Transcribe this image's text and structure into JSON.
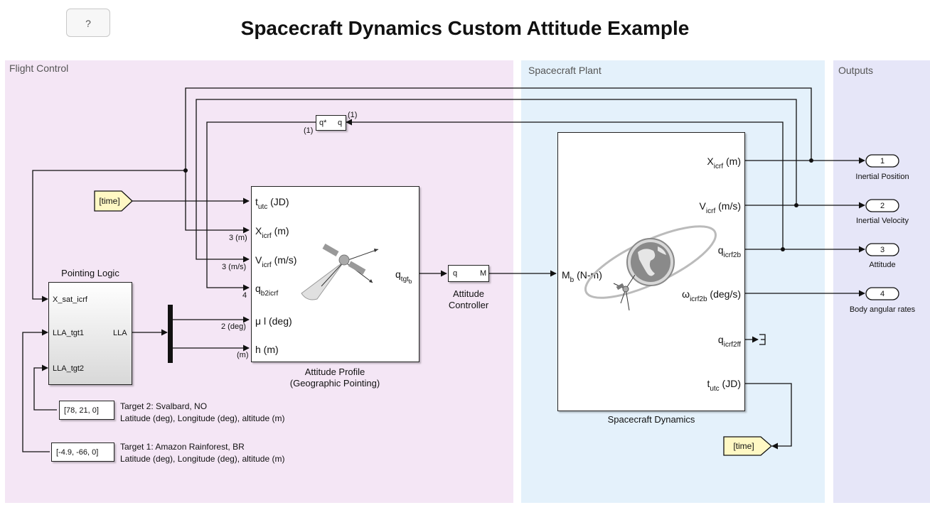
{
  "title": "Spacecraft Dynamics Custom Attitude Example",
  "help_label": "?",
  "areas": {
    "flight_control": "Flight Control",
    "spacecraft_plant": "Spacecraft Plant",
    "outputs": "Outputs"
  },
  "colors": {
    "flight_control_bg": "#f4e6f5",
    "spacecraft_plant_bg": "#e4f1fb",
    "outputs_bg": "#e6e6f8",
    "goto_tag_bg": "#fff8c4"
  },
  "goto_time": "[time]",
  "from_time": "[time]",
  "conj": {
    "in": "q",
    "out": "q*",
    "in_dim": "(1)",
    "out_dim": "(1)"
  },
  "pointing_logic": {
    "title": "Pointing Logic",
    "in1": "X_sat_icrf",
    "in2": "LLA_tgt1",
    "in3": "LLA_tgt2",
    "out": "LLA"
  },
  "attitude_profile": {
    "caption_line1": "Attitude Profile",
    "caption_line2": "(Geographic Pointing)",
    "ports": {
      "t_main": "t",
      "t_sub": "utc",
      "t_rest": " (JD)",
      "x_main": "X",
      "x_sub": "icrf",
      "x_rest": " (m)",
      "v_main": "V",
      "v_sub": "icrf",
      "v_rest": " (m/s)",
      "q_main": "q",
      "q_sub": "b2icrf",
      "mu": "μ l (deg)",
      "h": "h (m)",
      "out_main": "q",
      "out_sub": "tgt",
      "out_subsub": "b"
    },
    "dims": {
      "x": "3 (m)",
      "v": "3 (m/s)",
      "q": "4",
      "mu": "2 (deg)",
      "h": "(m)"
    }
  },
  "attitude_controller": {
    "in": "q",
    "out": "M",
    "caption_line1": "Attitude",
    "caption_line2": "Controller"
  },
  "spacecraft_dynamics": {
    "caption": "Spacecraft Dynamics",
    "in_main": "M",
    "in_sub": "b",
    "in_rest": " (N-m)",
    "out1_main": "X",
    "out1_sub": "icrf",
    "out1_rest": " (m)",
    "out2_main": "V",
    "out2_sub": "icrf",
    "out2_rest": " (m/s)",
    "out3_main": "q",
    "out3_sub": "icrf2b",
    "out4_main": "ω",
    "out4_sub": "icrf2b",
    "out4_rest": " (deg/s)",
    "out5_main": "q",
    "out5_sub": "icrf2ff",
    "out6_main": "t",
    "out6_sub": "utc",
    "out6_rest": " (JD)"
  },
  "constants": {
    "target2": {
      "value": "[78, 21, 0]",
      "line1": "Target 2: Svalbard, NO",
      "line2": "Latitude (deg), Longitude (deg), altitude (m)"
    },
    "target1": {
      "value": "[-4.9, -66, 0]",
      "line1": "Target 1: Amazon Rainforest, BR",
      "line2": "Latitude (deg), Longitude (deg), altitude (m)"
    }
  },
  "outports": [
    {
      "num": "1",
      "label": "Inertial Position"
    },
    {
      "num": "2",
      "label": "Inertial Velocity"
    },
    {
      "num": "3",
      "label": "Attitude"
    },
    {
      "num": "4",
      "label": "Body angular rates"
    }
  ]
}
